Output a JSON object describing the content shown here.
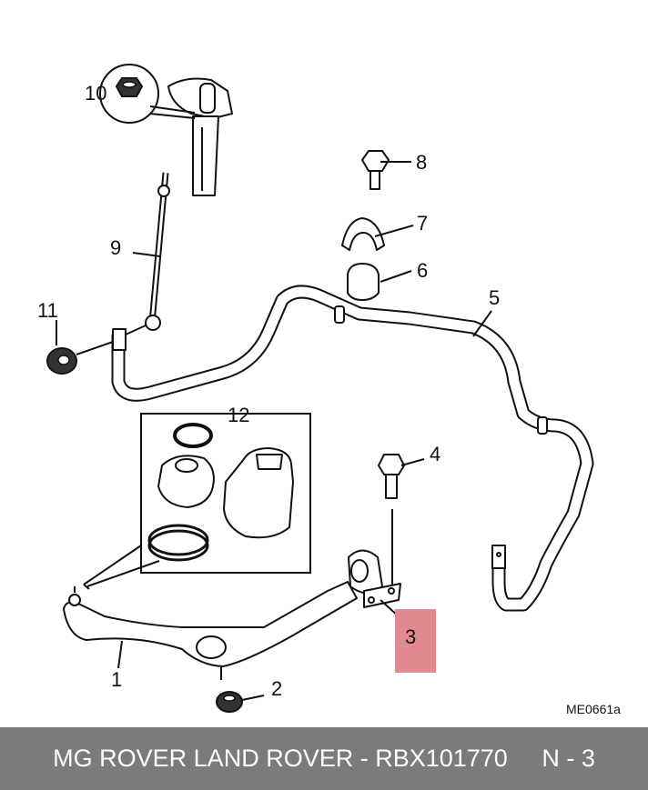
{
  "callouts": [
    {
      "label": "1"
    },
    {
      "label": "2"
    },
    {
      "label": "3"
    },
    {
      "label": "4"
    },
    {
      "label": "5"
    },
    {
      "label": "6"
    },
    {
      "label": "7"
    },
    {
      "label": "8"
    },
    {
      "label": "9"
    },
    {
      "label": "10"
    },
    {
      "label": "11"
    },
    {
      "label": "12"
    }
  ],
  "highlight": {
    "label": "3",
    "color": "#e28a92"
  },
  "ref_code": "ME0661a",
  "footer": {
    "text": "MG ROVER LAND ROVER - RBX101770     N - 3",
    "background": "#7b7b7b"
  }
}
